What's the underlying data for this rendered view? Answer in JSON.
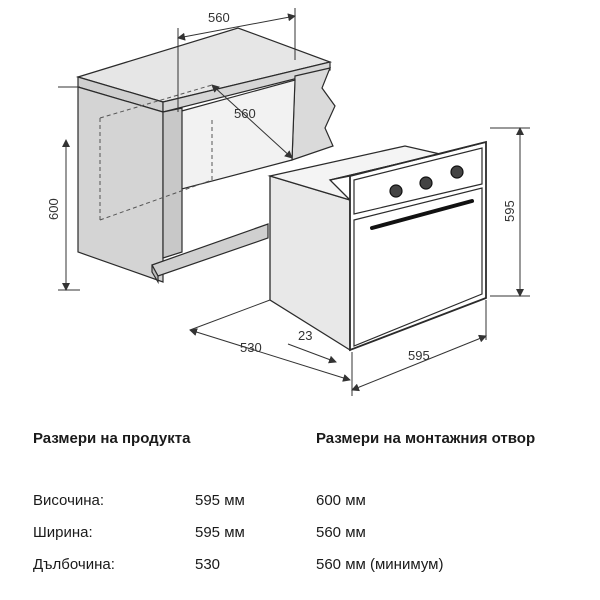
{
  "diagram": {
    "cabinet_width_label": "560",
    "cabinet_depth_label": "560",
    "cabinet_height_label": "600",
    "oven_height_label": "595",
    "oven_width_label": "595",
    "oven_depth_label": "530",
    "oven_front_offset_label": "23"
  },
  "specs": {
    "product_heading": "Размери на продукта",
    "opening_heading": "Размери на монтажния отвор",
    "rows": [
      {
        "label": "Височина:",
        "product": "595 мм",
        "opening": "600 мм"
      },
      {
        "label": "Ширина:",
        "product": "595 мм",
        "opening": "560 мм"
      },
      {
        "label": "Дълбочина:",
        "product": "530",
        "opening": "560 мм (минимум)"
      }
    ]
  },
  "colors": {
    "cabinet_fill": "#d9d9d9",
    "cabinet_top": "#e4e4e4",
    "oven_body": "#ffffff",
    "line": "#2b2b2b"
  }
}
